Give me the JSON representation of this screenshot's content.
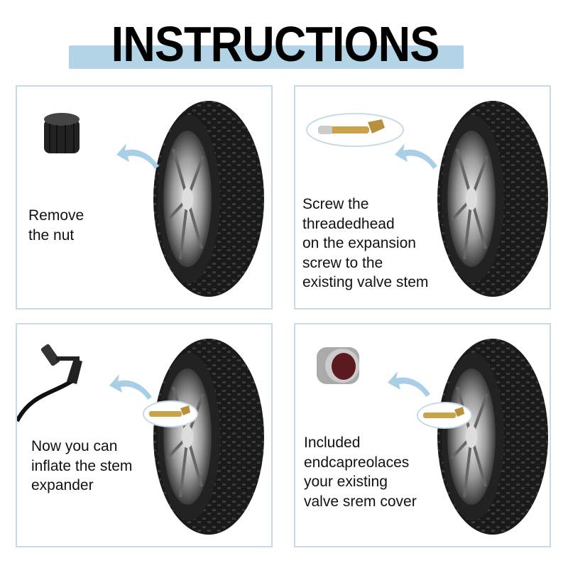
{
  "title": "INSTRUCTIONS",
  "colors": {
    "accent": "#b3d4e6",
    "border": "#c5dbe6",
    "arrow": "#a9cfe6"
  },
  "steps": [
    {
      "lines": [
        "Remove",
        "the nut"
      ],
      "part_icon": "valve-cap-icon"
    },
    {
      "lines": [
        "Screw the",
        "threadedhead",
        "on the expansion",
        "screw to the",
        "existing valve stem"
      ],
      "part_icon": "valve-extender-icon"
    },
    {
      "lines": [
        "Now you can",
        "inflate the stem",
        "expander"
      ],
      "part_icon": "air-pump-chuck-icon"
    },
    {
      "lines": [
        "Included",
        "endcapreolaces",
        "your existing",
        "valve srem cover"
      ],
      "part_icon": "metal-end-cap-icon"
    }
  ]
}
